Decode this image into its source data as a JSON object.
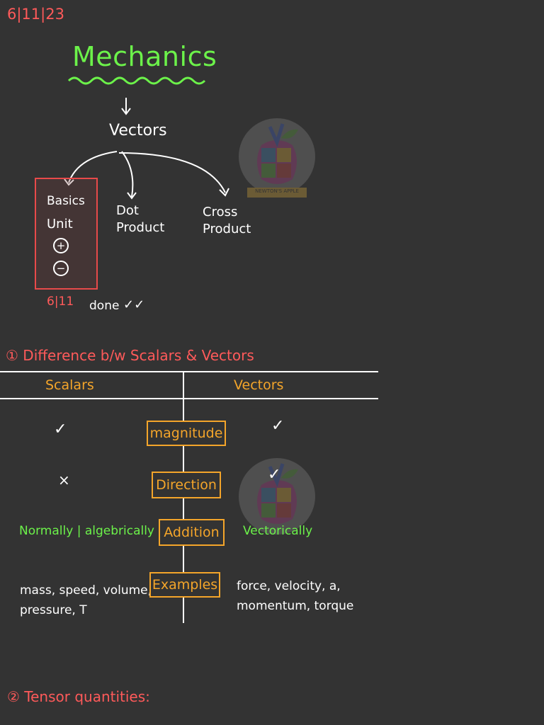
{
  "colors": {
    "background": "#333333",
    "date_red": "#ff5a5a",
    "title_green": "#6cf24a",
    "text_white": "#ffffff",
    "box_red": "#e84a4a",
    "heading_red": "#ff5a5a",
    "column_orange": "#f4a52a",
    "criterion_orange": "#f4a52a",
    "green_text": "#6cf24a"
  },
  "header": {
    "date": "6|11|23",
    "title": "Mechanics"
  },
  "tree": {
    "root": "Vectors",
    "branches": {
      "basics": {
        "items": [
          "Basics",
          "Unit",
          "+",
          "−"
        ],
        "date": "6|11",
        "status": "done",
        "check": "✓✓"
      },
      "dot_product": "Dot Product",
      "cross_product": "Cross Product"
    }
  },
  "section1": {
    "title": "① Difference b/w Scalars & Vectors",
    "columns": {
      "left": "Scalars",
      "right": "Vectors"
    },
    "rows": [
      {
        "criterion": "magnitude",
        "scalar": "✓",
        "vector": "✓"
      },
      {
        "criterion": "Direction",
        "scalar": "×",
        "vector": "✓"
      },
      {
        "criterion": "Addition",
        "scalar": "Normally | algebrically",
        "vector": "Vectorically"
      },
      {
        "criterion": "Examples",
        "scalar": "mass, speed, volume, pressure, T",
        "vector": "force, velocity, a, momentum, torque"
      }
    ]
  },
  "section2": {
    "title": "② Tensor quantities:"
  },
  "watermark": {
    "label": "NEWTON'S APPLE"
  }
}
